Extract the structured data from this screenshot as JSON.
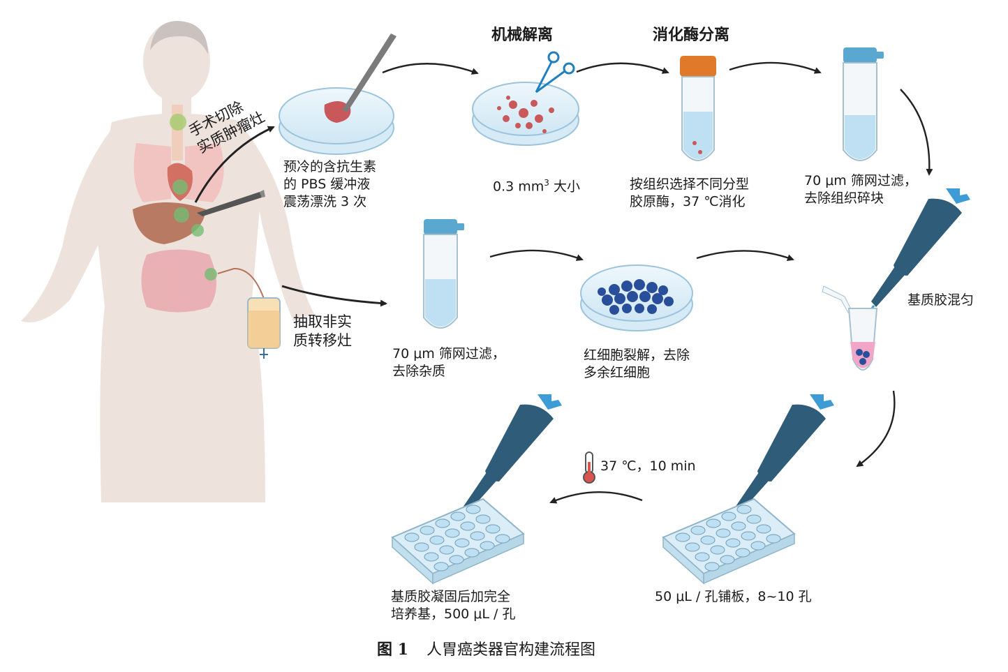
{
  "headers": {
    "mechanical": "机械解离",
    "enzymatic": "消化酶分离"
  },
  "side_labels": {
    "surgery": "手术切除\n实质肿瘤灶",
    "aspiration": "抽取非实\n质转移灶"
  },
  "steps": {
    "wash": "预冷的含抗生素\n的 PBS 缓冲液\n震荡漂洗 3 次",
    "mince_prefix": "0.3 mm",
    "mince_sup": "3",
    "mince_suffix": " 大小",
    "digest": "按组织选择不同分型\n胶原酶，37 ℃消化",
    "filter1": "70 μm 筛网过滤，\n去除组织碎块",
    "matrigel_mix": "基质胶混匀",
    "filter2": "70 μm 筛网过滤，\n去除杂质",
    "rbc_lysis": "红细胞裂解，去除\n多余红细胞",
    "plating": "50 μL / 孔铺板，8~10 孔",
    "incubate": "37 ℃，10 min",
    "medium": "基质胶凝固后加完全\n培养基，500 μL / 孔"
  },
  "caption": {
    "figure_no": "图 1",
    "title": "人胃癌类器官构建流程图"
  },
  "colors": {
    "pipette": "#2f5d79",
    "pipette_tip": "#3d9bd6",
    "cap_orange": "#e07a2a",
    "cap_blue": "#5aa7cf",
    "liquid": "#bfe0f2",
    "tissue": "#c9585b",
    "cells": "#2a4f9a",
    "arrow": "#222222"
  }
}
